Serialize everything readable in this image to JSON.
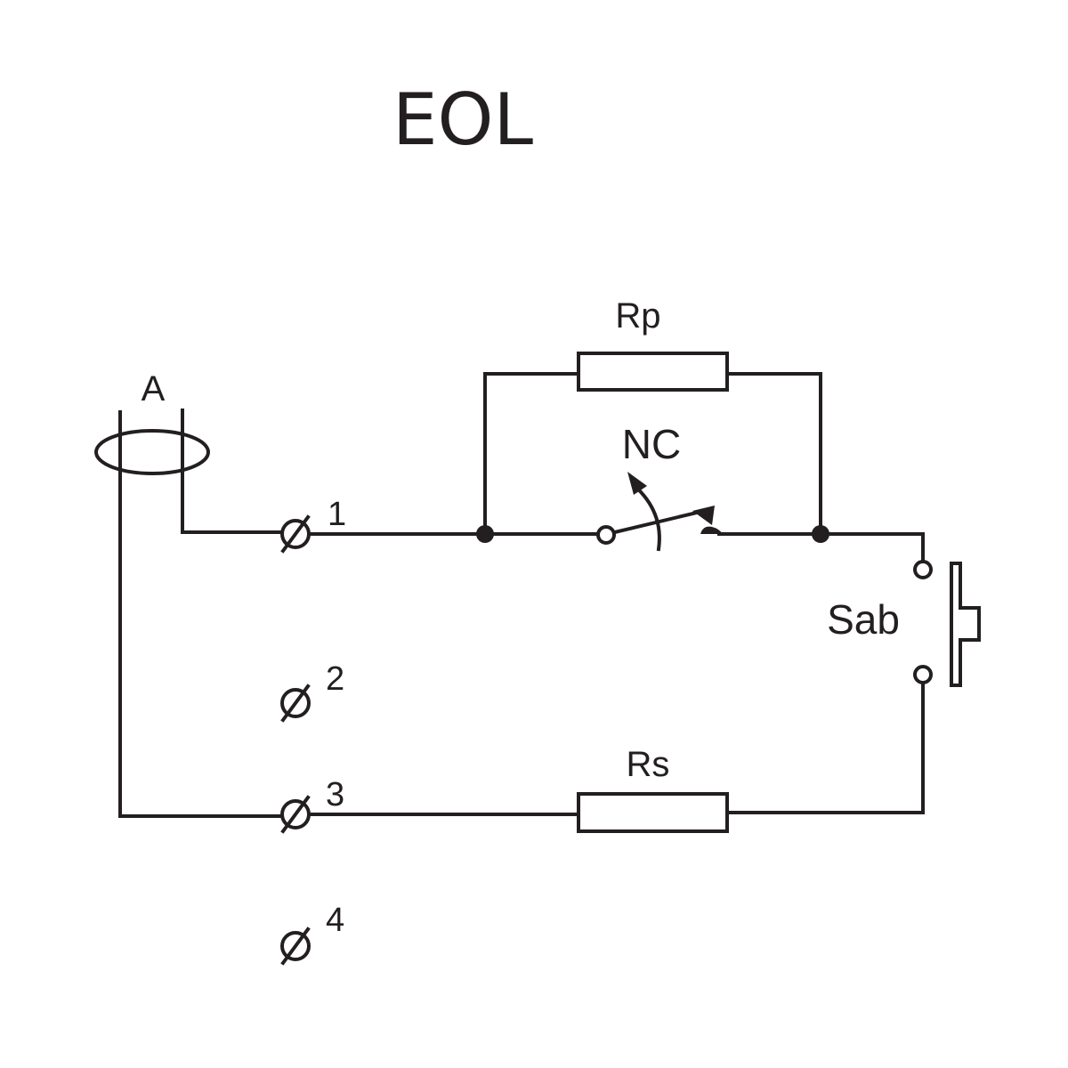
{
  "title": "EOL",
  "components": {
    "sensor": {
      "label": "A",
      "type": "current-loop"
    },
    "parallel_resistor": {
      "label": "Rp",
      "type": "resistor"
    },
    "series_resistor": {
      "label": "Rs",
      "type": "resistor"
    },
    "switch": {
      "label": "NC",
      "type": "normally-closed-contact"
    },
    "tamper": {
      "label": "Sab",
      "type": "pushbutton-contact"
    }
  },
  "terminals": [
    {
      "label": "1",
      "symbol": "ø"
    },
    {
      "label": "2",
      "symbol": "ø"
    },
    {
      "label": "3",
      "symbol": "ø"
    },
    {
      "label": "4",
      "symbol": "ø"
    }
  ],
  "colors": {
    "ink": "#231f20",
    "background": "#ffffff"
  }
}
